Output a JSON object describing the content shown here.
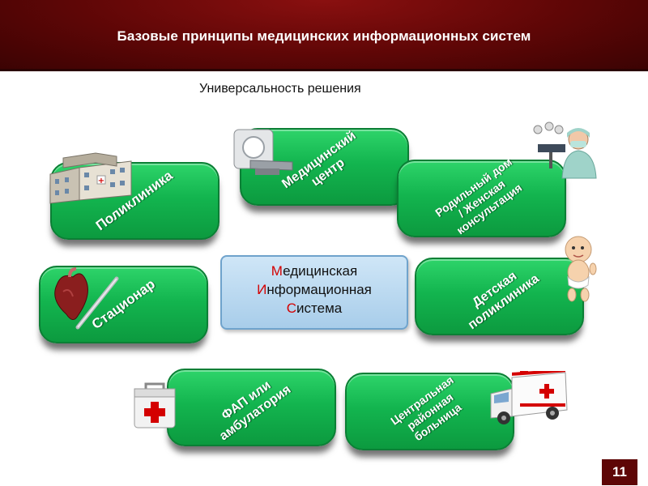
{
  "header": {
    "title": "Базовые принципы медицинских информационных систем"
  },
  "subtitle": "Универсальность решения",
  "center": {
    "line1_first": "М",
    "line1_rest": "едицинская",
    "line2_first": "И",
    "line2_rest": "нформационная",
    "line3_first": "С",
    "line3_rest": "истема"
  },
  "cards": {
    "polyclinic": "Поликлиника",
    "medcenter_1": "Медицинский",
    "medcenter_2": "центр",
    "maternity_1": "Родильный дом",
    "maternity_2": "/ Женская",
    "maternity_3": "консультация",
    "hospital": "Стационар",
    "children_1": "Детская",
    "children_2": "поликлиника",
    "fap_1": "ФАП или",
    "fap_2": "амбулатория",
    "central_1": "Центральная",
    "central_2": "районная",
    "central_3": "больница"
  },
  "page_number": "11",
  "colors": {
    "header": "#5e0606",
    "card_green": "#13b54f",
    "accent_red": "#d40000",
    "center_blue": "#a8cdea"
  },
  "icons": [
    "building-icon",
    "ct-scanner-icon",
    "doctor-icon",
    "heart-icon",
    "baby-icon",
    "first-aid-kit-icon",
    "ambulance-icon"
  ]
}
